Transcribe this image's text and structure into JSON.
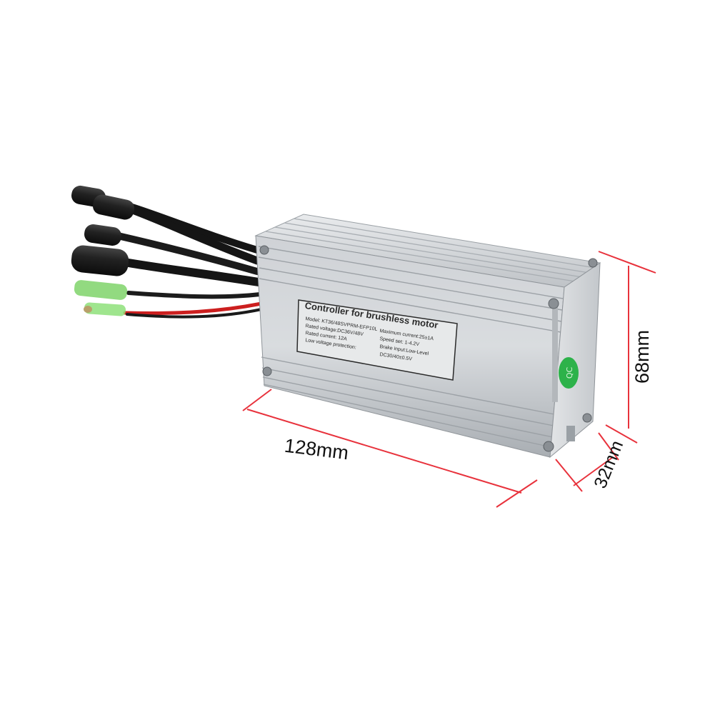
{
  "product": {
    "label_title": "Controller for brushless motor",
    "label_lines_left": [
      "Model: KT36/48SVPRM-EFP10L",
      "Rated voltage:DC36V/48V",
      "Rated current:  12A",
      "Low voltage protection:"
    ],
    "label_lines_right": [
      "Maximum current:25±1A",
      "Speed set:  1-4.2V",
      "Brake input:Low-Level",
      "DC30/40±0.5V"
    ]
  },
  "dimensions": {
    "length": "128mm",
    "height": "68mm",
    "depth": "32mm"
  },
  "colors": {
    "dimension_line": "#e8323c",
    "housing": "#c9ccd0",
    "cable": "#1a1a1a",
    "connector_green": "#7fd46a",
    "sticker_green": "#2db24a"
  }
}
